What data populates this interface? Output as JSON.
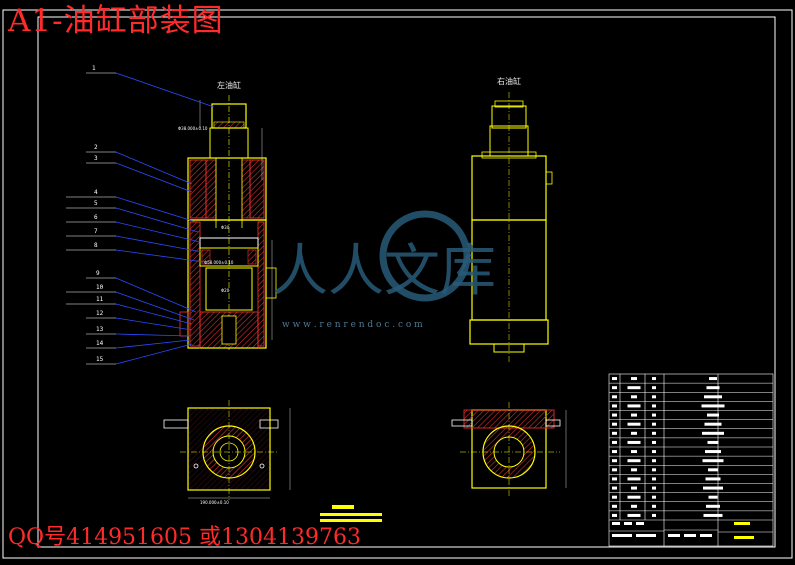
{
  "drawing": {
    "title": "A1-油缸部装图",
    "footer": "QQ号414951605  或1304139763",
    "left_view_label": "左油缸",
    "right_view_label": "右油缸",
    "watermark_text": "人人文库",
    "watermark_url": "w w w . r e n r e n d o c . c o m"
  },
  "part_numbers": [
    "1",
    "2",
    "3",
    "4",
    "5",
    "6",
    "7",
    "8",
    "9",
    "10",
    "11",
    "12",
    "13",
    "14",
    "15"
  ],
  "bom_rows": 16,
  "colors": {
    "background": "#000000",
    "frame": "#ffffff",
    "outline_yellow": "#ffff00",
    "section_red": "#ff2a2a",
    "leader_blue": "#2b4bff",
    "hatch": "#cc3333",
    "title_red": "#ff2a2a"
  },
  "icons": [
    "watermark-logo-icon"
  ]
}
